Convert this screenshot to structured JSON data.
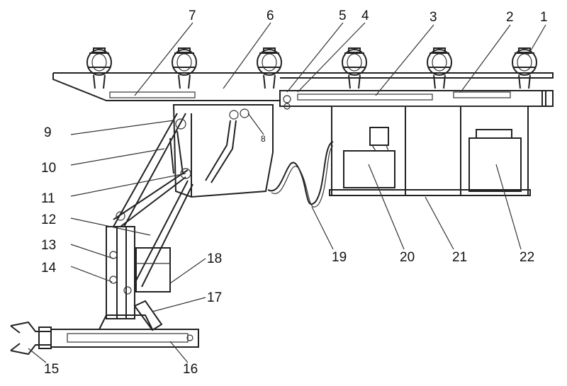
{
  "figure": {
    "labels": {
      "l1": "1",
      "l2": "2",
      "l3": "3",
      "l4": "4",
      "l5": "5",
      "l6": "6",
      "l7": "7",
      "l8": "8",
      "l9": "9",
      "l10": "10",
      "l11": "11",
      "l12": "12",
      "l13": "13",
      "l14": "14",
      "l15": "15",
      "l16": "16",
      "l17": "17",
      "l18": "18",
      "l19": "19",
      "l20": "20",
      "l21": "21",
      "l22": "22"
    }
  }
}
